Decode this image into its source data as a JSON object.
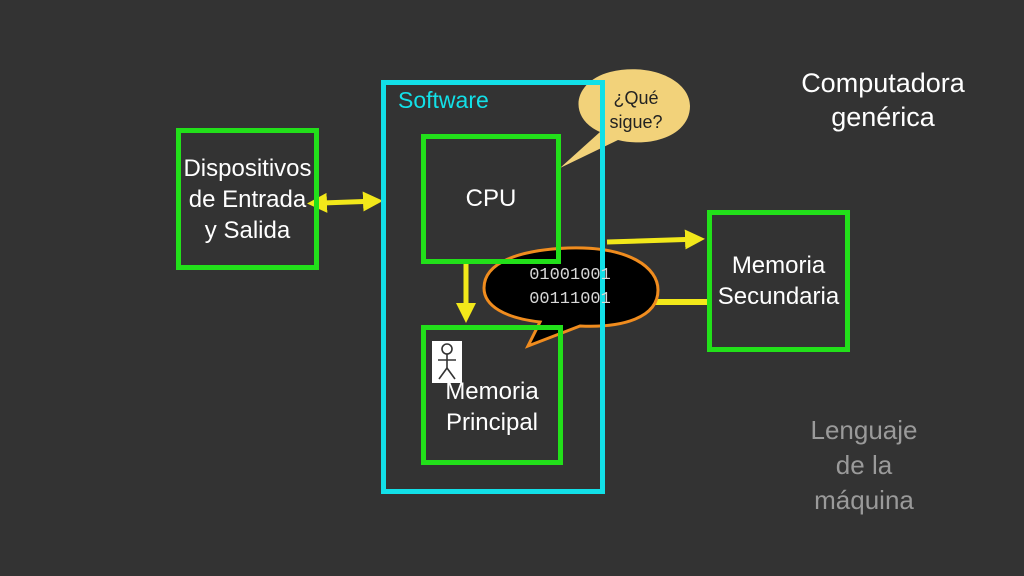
{
  "title": {
    "line1": "Computadora",
    "line2": "genérica"
  },
  "software": {
    "label": "Software"
  },
  "io": {
    "line1": "Dispositivos",
    "line2": "de Entrada",
    "line3": "y Salida"
  },
  "cpu": {
    "label": "CPU"
  },
  "main_memory": {
    "line1": "Memoria",
    "line2": "Principal"
  },
  "secondary_memory": {
    "line1": "Memoria",
    "line2": "Secundaria"
  },
  "thought_bubble": {
    "line1": "¿Qué",
    "line2": "sigue?"
  },
  "binary_bubble": {
    "line1": "01001001",
    "line2": "00111001"
  },
  "subtitle": {
    "line1": "Lenguaje",
    "line2": "de la",
    "line3": "máquina"
  },
  "icons": {
    "person": "stick-figure-icon"
  },
  "colors": {
    "background": "#333333",
    "box_border": "#22e01a",
    "software_border": "#12e0e8",
    "arrow": "#f2e81a",
    "thought_bubble_fill": "#f2d27a",
    "binary_bubble_fill": "#000000",
    "binary_bubble_border": "#f08c1e"
  }
}
